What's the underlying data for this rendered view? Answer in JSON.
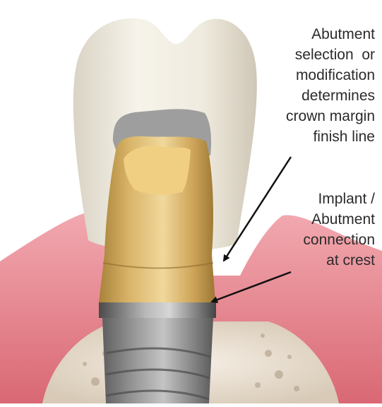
{
  "annotations": {
    "abutment_selection": {
      "lines": [
        "Abutment",
        "selection  or",
        "modification",
        "determines",
        "crown margin",
        "finish line"
      ]
    },
    "implant_connection": {
      "lines": [
        "Implant /",
        "Abutment",
        "connection",
        "at crest"
      ]
    }
  },
  "colors": {
    "gum": "#e98a93",
    "tooth_enamel": "#f1ede3",
    "abutment_gold": "#d9b566",
    "implant_metal": "#8f8f8f",
    "bone": "#e7ddd0",
    "arrow": "#111111"
  }
}
